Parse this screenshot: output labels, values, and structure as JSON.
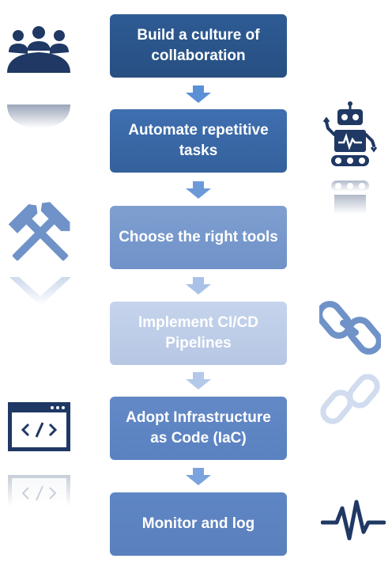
{
  "steps": [
    {
      "label": "Build a culture of collaboration"
    },
    {
      "label": "Automate repetitive tasks"
    },
    {
      "label": "Choose the right tools"
    },
    {
      "label": "Implement CI/CD Pipelines"
    },
    {
      "label": "Adopt Infrastructure as Code (IaC)"
    },
    {
      "label": "Monitor and log"
    }
  ],
  "icons": {
    "collaboration": "team-icon",
    "automation": "robot-icon",
    "tools": "hammers-icon",
    "cicd": "chain-link-icon",
    "iac": "code-window-icon",
    "monitoring": "heartbeat-icon"
  },
  "colors": {
    "navy": "#1f3864",
    "arrow": "#5b8fd6",
    "step_dark": "#2e5b94",
    "step_light": "#c6d4ec"
  }
}
